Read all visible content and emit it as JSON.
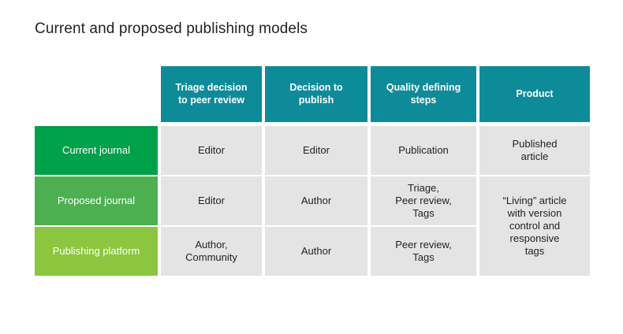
{
  "slide": {
    "title": "Current and proposed publishing models"
  },
  "colors": {
    "header_teal": "#0e8b99",
    "row_green_dark": "#00a14b",
    "row_green_mid": "#4cb050",
    "row_green_light": "#8cc63e",
    "cell_gray": "#e4e4e4",
    "text_dark": "#231f20",
    "text_light": "#ffffff",
    "background": "#ffffff"
  },
  "matrix": {
    "corner_label": "",
    "columns": [
      {
        "label": "Triage decision\nto peer review"
      },
      {
        "label": "Decision to\npublish"
      },
      {
        "label": "Quality defining\nsteps"
      },
      {
        "label": "Product"
      }
    ],
    "column_labels": {
      "c1_line1": "Triage decision",
      "c1_line2": "to peer review",
      "c2_line1": "Decision to",
      "c2_line2": "publish",
      "c3_line1": "Quality defining",
      "c3_line2": "steps",
      "c4_line1": "Product"
    },
    "rows": [
      {
        "label": "Current journal",
        "cells": {
          "triage_decision": "Editor",
          "decision_to_publish": "Editor",
          "quality_defining_steps": "Publication",
          "product_line1": "Published",
          "product_line2": "article"
        }
      },
      {
        "label": "Proposed journal",
        "cells": {
          "triage_decision": "Editor",
          "decision_to_publish": "Author",
          "quality_line1": "Triage,",
          "quality_line2": "Peer review,",
          "quality_line3": "Tags"
        }
      },
      {
        "label": "Publishing platform",
        "cells": {
          "triage_line1": "Author,",
          "triage_line2": "Community",
          "decision_to_publish": "Author",
          "quality_line1": "Peer review,",
          "quality_line2": "Tags"
        }
      }
    ],
    "merged_product_cell": {
      "line1": "“Living” article",
      "line2": "with version",
      "line3": "control and",
      "line4": "responsive",
      "line5": "tags"
    }
  }
}
